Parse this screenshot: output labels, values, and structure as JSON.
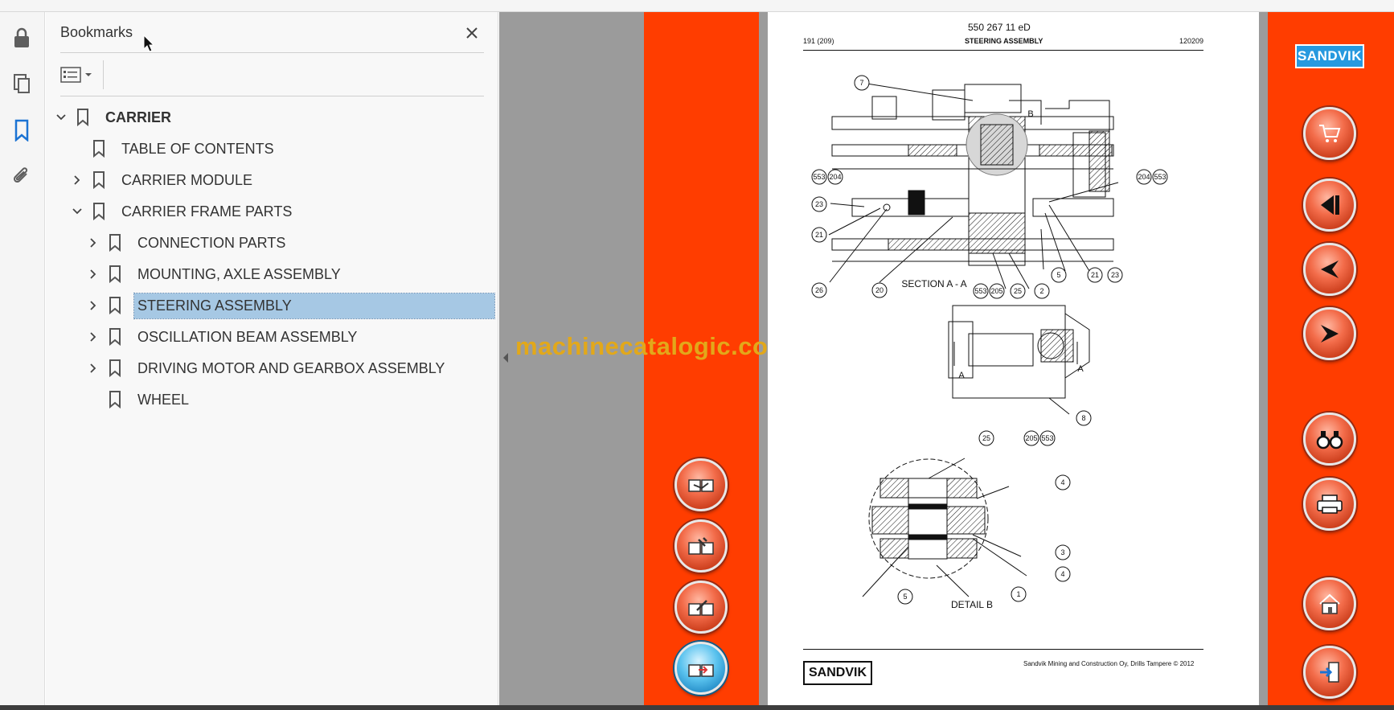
{
  "panel": {
    "title": "Bookmarks",
    "tree": [
      {
        "label": "CARRIER",
        "level": 0,
        "expanded": true,
        "bold": true
      },
      {
        "label": "TABLE OF CONTENTS",
        "level": 1
      },
      {
        "label": "CARRIER MODULE",
        "level": 1,
        "expanded": false
      },
      {
        "label": "CARRIER FRAME PARTS",
        "level": 1,
        "expanded": true
      },
      {
        "label": "CONNECTION PARTS",
        "level": 2,
        "expanded": false
      },
      {
        "label": "MOUNTING, AXLE ASSEMBLY",
        "level": 2,
        "expanded": false
      },
      {
        "label": "STEERING ASSEMBLY",
        "level": 2,
        "expanded": false,
        "selected": true
      },
      {
        "label": "OSCILLATION BEAM ASSEMBLY",
        "level": 2,
        "expanded": false
      },
      {
        "label": "DRIVING MOTOR AND GEARBOX ASSEMBLY",
        "level": 2,
        "expanded": false
      },
      {
        "label": "WHEEL",
        "level": 2
      }
    ]
  },
  "toolbar": {
    "icons": [
      "lock-icon",
      "pages-icon",
      "bookmark-icon",
      "attachment-icon"
    ]
  },
  "viewer": {
    "watermark": "machinecatalogic.com",
    "brand_color": "#ff3d00",
    "right_logo": "SANDVIK"
  },
  "page": {
    "doc_number": "550 267 11 eD",
    "page_number": "191 (209)",
    "section_title": "STEERING ASSEMBLY",
    "date_code": "120209",
    "footer_logo": "SANDVIK",
    "footer_text": "Sandvik Mining and Construction Oy, Drills Tampere © 2012",
    "section_label": "SECTION  A - A",
    "detail_label": "DETAIL  B",
    "marker_b": "B",
    "marker_a_left": "A",
    "marker_a_right": "A",
    "callouts": [
      "7",
      "553",
      "204",
      "23",
      "21",
      "26",
      "20",
      "553",
      "205",
      "25",
      "2",
      "5",
      "21",
      "23",
      "204",
      "553",
      "8",
      "25",
      "205",
      "553",
      "4",
      "3",
      "4",
      "5",
      "1"
    ]
  }
}
